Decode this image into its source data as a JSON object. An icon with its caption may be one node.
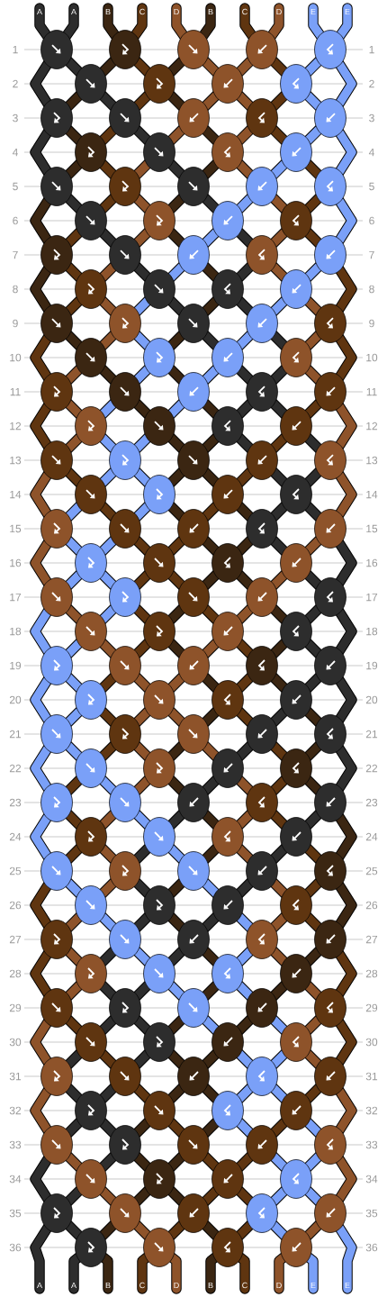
{
  "diagram": {
    "labels": [
      "A",
      "A",
      "B",
      "C",
      "D",
      "B",
      "C",
      "D",
      "E",
      "E",
      "1",
      "1",
      "2",
      "2",
      "3",
      "3",
      "4",
      "4",
      "5",
      "5",
      "6",
      "6",
      "7",
      "7",
      "8",
      "8",
      "9",
      "9",
      "10",
      "10",
      "11",
      "11",
      "12",
      "12",
      "13",
      "13",
      "14",
      "14",
      "15",
      "15",
      "16",
      "16",
      "17",
      "17",
      "18",
      "18",
      "19",
      "19",
      "20",
      "20",
      "21",
      "21",
      "22",
      "22",
      "23",
      "23",
      "24",
      "24",
      "25",
      "25",
      "26",
      "26",
      "27",
      "27",
      "28",
      "28",
      "29",
      "29",
      "30",
      "30",
      "31",
      "31",
      "32",
      "32",
      "33",
      "33",
      "34",
      "34",
      "35",
      "35",
      "36",
      "36",
      "A",
      "A",
      "B",
      "C",
      "D",
      "B",
      "C",
      "D",
      "E",
      "E"
    ]
  }
}
